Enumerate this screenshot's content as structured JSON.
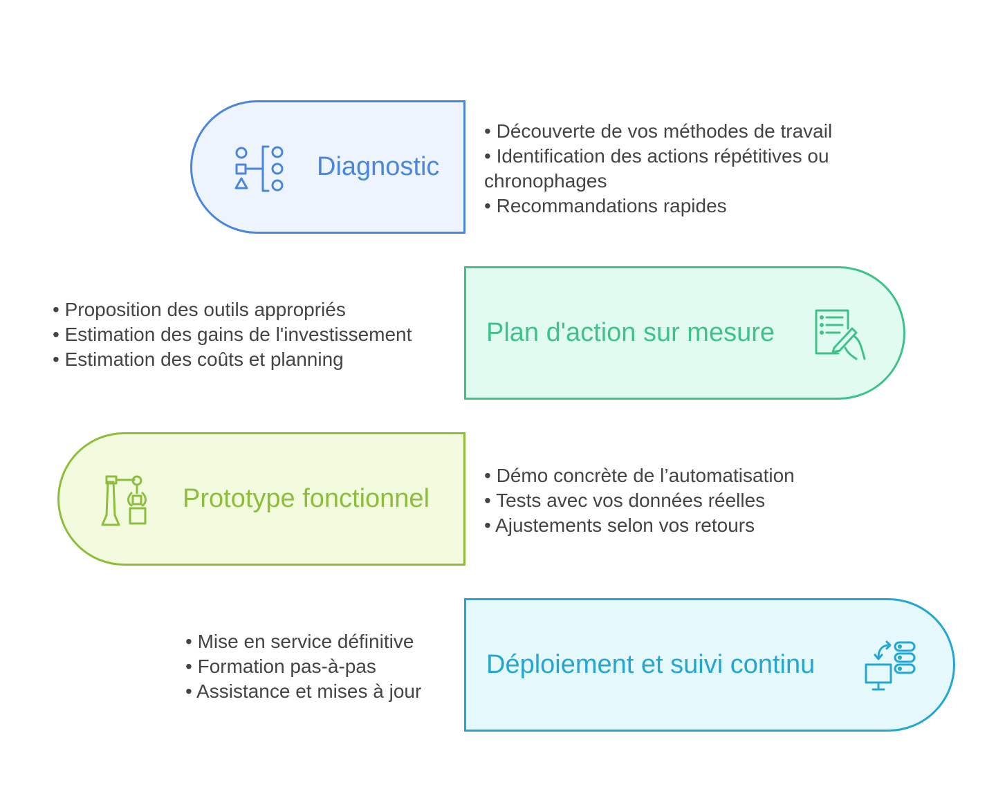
{
  "colors": {
    "diagnostic": "#4a86dc",
    "plan": "#3dc38a",
    "prototype": "#8dbd3a",
    "deploiement": "#22a7d3",
    "text": "#444444"
  },
  "steps": [
    {
      "title": "Diagnostic",
      "icon": "shapes-mapping-icon",
      "bullets": [
        "Découverte de vos méthodes de travail",
        "Identification des actions répétitives ou chronophages",
        "Recommandations rapides"
      ]
    },
    {
      "title": "Plan d'action sur mesure",
      "icon": "document-writing-icon",
      "bullets": [
        "Proposition des outils appropriés",
        "Estimation des gains de l'investissement",
        "Estimation des coûts et planning"
      ]
    },
    {
      "title": "Prototype fonctionnel",
      "icon": "robot-arm-icon",
      "bullets": [
        "Démo concrète de l’automatisation",
        "Tests avec vos données réelles",
        "Ajustements selon vos retours"
      ]
    },
    {
      "title": "Déploiement et suivi continu",
      "icon": "computer-server-sync-icon",
      "bullets": [
        "Mise en service définitive",
        "Formation pas-à-pas",
        "Assistance et mises à jour"
      ]
    }
  ]
}
